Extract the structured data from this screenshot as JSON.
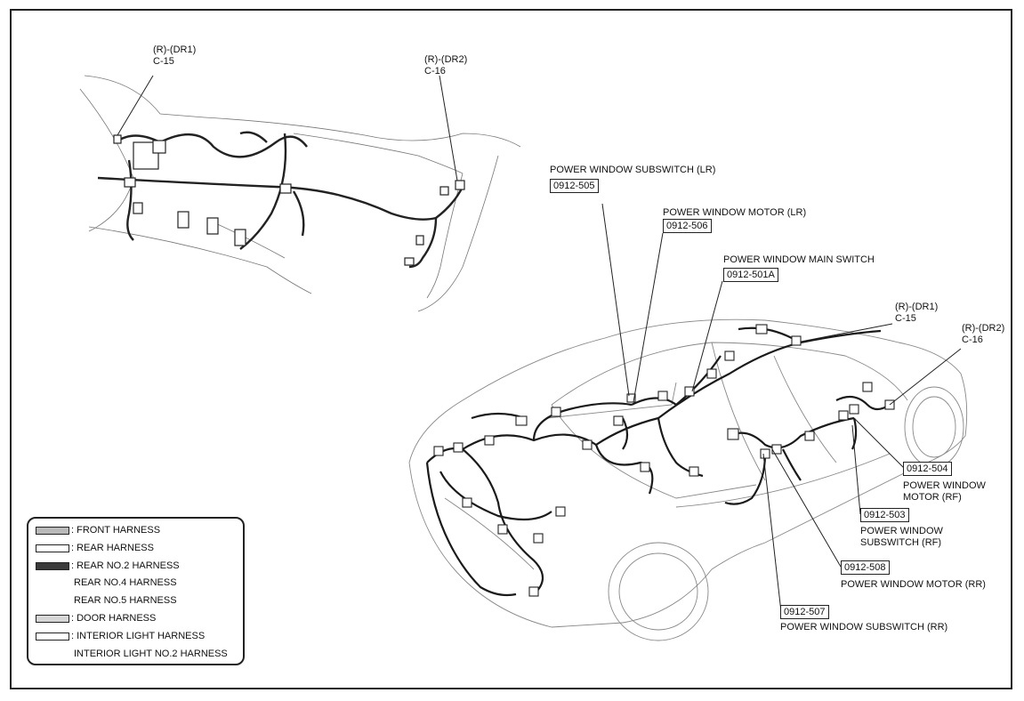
{
  "top_diagram": {
    "dr1_label": "(R)-(DR1)",
    "dr1_code": "C-15",
    "dr2_label": "(R)-(DR2)",
    "dr2_code": "C-16"
  },
  "main_diagram": {
    "subswitch_lr": {
      "title": "POWER WINDOW SUBSWITCH (LR)",
      "code": "0912-505"
    },
    "motor_lr": {
      "title": "POWER WINDOW MOTOR (LR)",
      "code": "0912-506"
    },
    "main_switch": {
      "title": "POWER WINDOW MAIN SWITCH",
      "code": "0912-501A"
    },
    "dr1": {
      "label": "(R)-(DR1)",
      "code": "C-15"
    },
    "dr2": {
      "label": "(R)-(DR2)",
      "code": "C-16"
    },
    "motor_rf": {
      "code": "0912-504",
      "title_line1": "POWER WINDOW",
      "title_line2": "MOTOR (RF)"
    },
    "subswitch_rf": {
      "code": "0912-503",
      "title_line1": "POWER WINDOW",
      "title_line2": "SUBSWITCH (RF)"
    },
    "motor_rr": {
      "code": "0912-508",
      "title": "POWER WINDOW MOTOR (RR)"
    },
    "subswitch_rr": {
      "code": "0912-507",
      "title": "POWER WINDOW SUBSWITCH (RR)"
    }
  },
  "legend": {
    "items": [
      {
        "text": ": FRONT HARNESS",
        "swatch": "#b9b9b9"
      },
      {
        "text": ": REAR HARNESS",
        "swatch": "#ffffff"
      },
      {
        "text": ": REAR NO.2 HARNESS",
        "swatch": "#3a3a3a"
      },
      {
        "text": "REAR NO.4 HARNESS",
        "swatch": null
      },
      {
        "text": "REAR NO.5 HARNESS",
        "swatch": null
      },
      {
        "text": ": DOOR HARNESS",
        "swatch": "#d6d6d6"
      },
      {
        "text": ": INTERIOR LIGHT HARNESS",
        "swatch": "#ffffff"
      },
      {
        "text": "INTERIOR LIGHT NO.2 HARNESS",
        "swatch": null
      }
    ]
  }
}
